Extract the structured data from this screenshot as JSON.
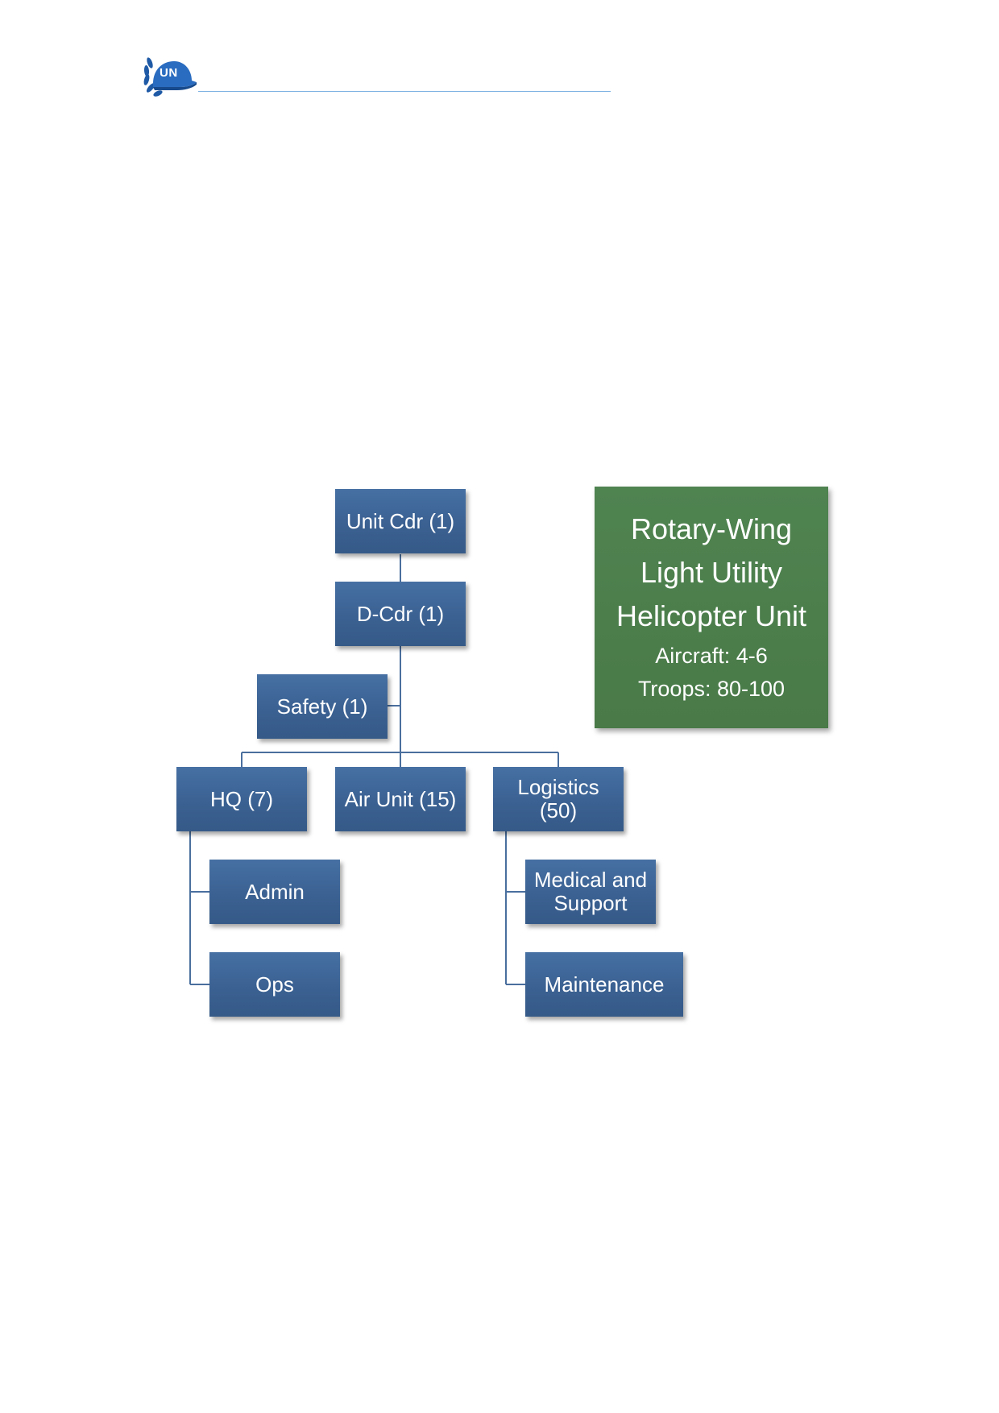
{
  "header": {
    "logo_text": "UN",
    "brand_color": "#1f5aa6",
    "rule_color": "#7fb3e3"
  },
  "org_chart": {
    "node_color": "#3b6192",
    "nodes": {
      "unit_cdr": "Unit Cdr (1)",
      "d_cdr": "D-Cdr (1)",
      "safety": "Safety (1)",
      "hq": "HQ (7)",
      "air_unit": "Air Unit (15)",
      "logistics": "Logistics\n(50)",
      "admin": "Admin",
      "ops": "Ops",
      "medical_support": "Medical and\nSupport",
      "maintenance": "Maintenance"
    }
  },
  "info_box": {
    "color": "#4a7c4a",
    "title": "Rotary-Wing\nLight Utility\nHelicopter Unit",
    "aircraft": "Aircraft:  4-6",
    "troops": "Troops:  80-100"
  }
}
